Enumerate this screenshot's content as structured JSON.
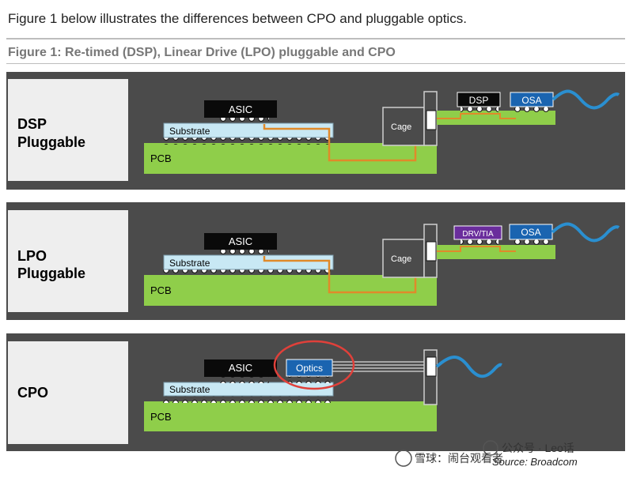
{
  "intro_text": "Figure 1 below illustrates the differences between CPO and pluggable optics.",
  "figure_title": "Figure 1: Re-timed (DSP), Linear Drive (LPO) pluggable and CPO",
  "panels": [
    {
      "label_line1": "DSP",
      "label_line2": "Pluggable",
      "asic": "ASIC",
      "substrate": "Substrate",
      "pcb": "PCB",
      "cage": "Cage",
      "module_chip": "DSP",
      "osa": "OSA"
    },
    {
      "label_line1": "LPO",
      "label_line2": "Pluggable",
      "asic": "ASIC",
      "substrate": "Substrate",
      "pcb": "PCB",
      "cage": "Cage",
      "module_chip": "DRV/TIA",
      "osa": "OSA"
    },
    {
      "label_line1": "CPO",
      "label_line2": "",
      "asic": "ASIC",
      "substrate": "Substrate",
      "pcb": "PCB",
      "optics": "Optics"
    }
  ],
  "watermark": {
    "source": "Source: Broadcom",
    "wechat": "公众号 · Leo话",
    "site": "雪球：闹台观看者"
  },
  "colors": {
    "panel_bg": "#4b4b4b",
    "pcb": "#8fce4a",
    "substrate": "#c8e8f4",
    "chip": "#0a0a0a",
    "osa": "#1a64b0",
    "drv": "#6a2d9c",
    "trace": "#e08a2a",
    "fiber": "#2a8fd0",
    "highlight": "#e0403a"
  }
}
